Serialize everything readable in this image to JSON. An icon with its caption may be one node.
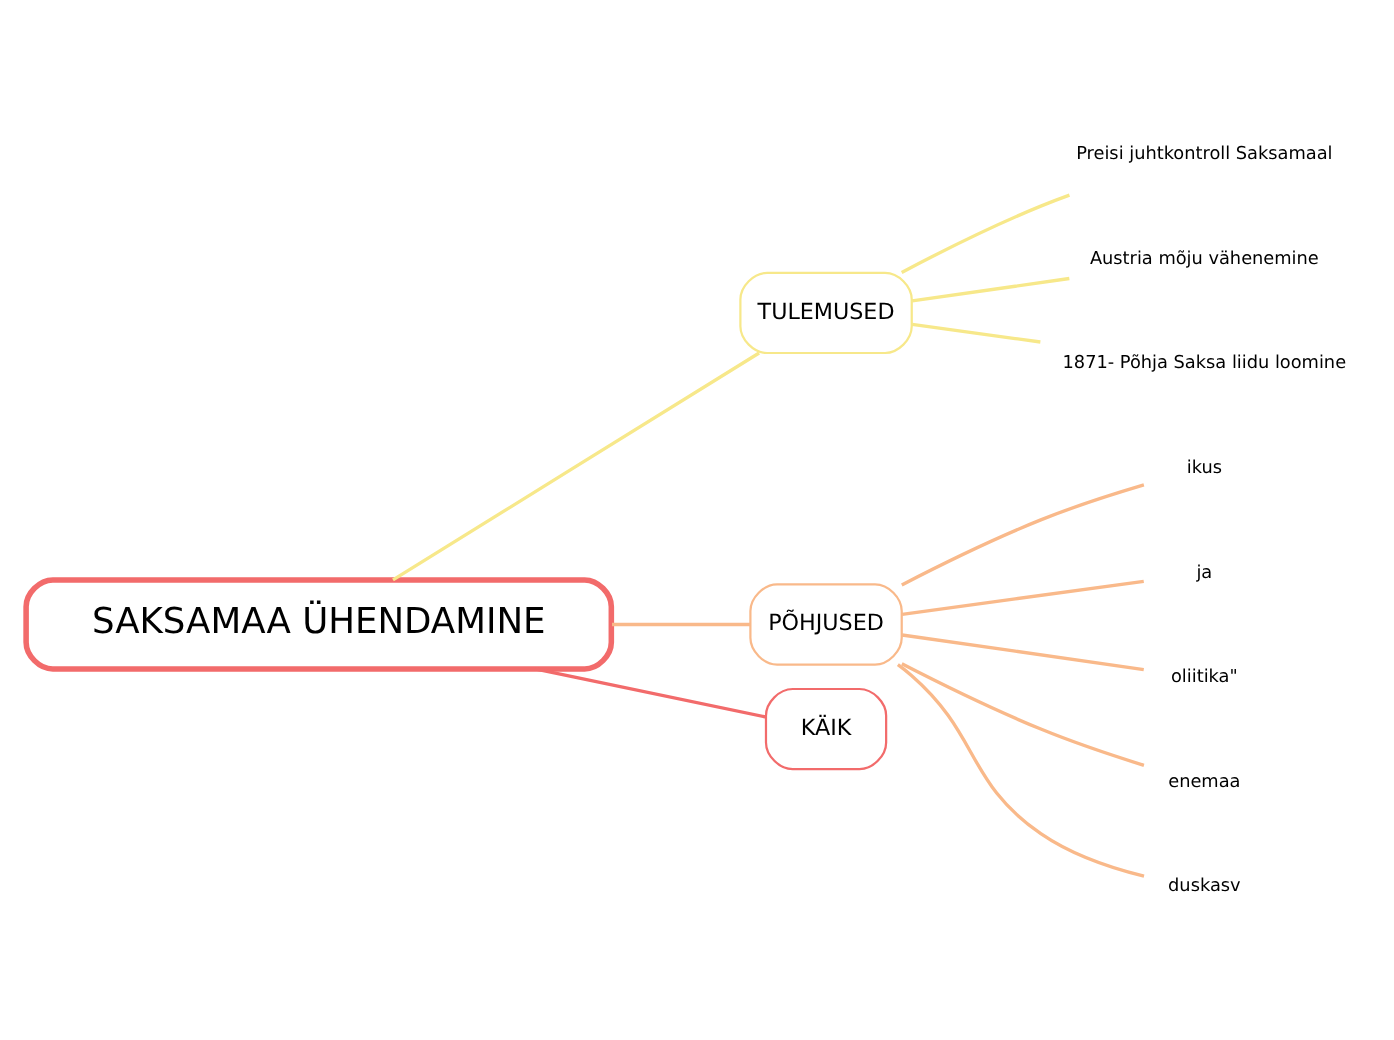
{
  "diagram": {
    "nodes": [
      {
        "text": [
          "SAKSAMAA ÜHENDAMINE"
        ]
      },
      {
        "text": [
          "TULEMUSED"
        ]
      },
      {
        "text": [
          "Preisi juhtkontroll Saksamaal"
        ]
      },
      {
        "text": [
          "Austria mõju vähenemine"
        ]
      },
      {
        "text": [
          "1871- Põhja Saksa liidu loomine"
        ]
      },
      {
        "text": [
          "PÕHJUSED"
        ]
      },
      {
        "text": [
          "ikus"
        ]
      },
      {
        "text": [
          "ja"
        ]
      },
      {
        "text": [
          "oliitika\""
        ]
      },
      {
        "text": [
          "enemaa"
        ]
      },
      {
        "text": [
          "duskasv"
        ]
      },
      {
        "text": [
          "KÄIK"
        ]
      }
    ],
    "edges": [
      {
        "from": 0,
        "to": 1,
        "arrow": "none",
        "color": "#f7e88a"
      },
      {
        "from": 1,
        "to": 2,
        "arrow": "none",
        "color": "#f7e88a"
      },
      {
        "from": 1,
        "to": 3,
        "arrow": "none",
        "color": "#f7e88a"
      },
      {
        "from": 1,
        "to": 4,
        "arrow": "none",
        "color": "#f7e88a"
      },
      {
        "from": 0,
        "to": 5,
        "arrow": "none"
      },
      {
        "from": 5,
        "to": 6,
        "arrow": "none"
      },
      {
        "from": 5,
        "to": 7,
        "arrow": "none"
      },
      {
        "from": 5,
        "to": 8,
        "arrow": "none"
      },
      {
        "from": 5,
        "to": 9,
        "arrow": "none"
      },
      {
        "from": 5,
        "to": 10,
        "arrow": "none"
      },
      {
        "from": 0,
        "to": 11,
        "arrow": "none",
        "color": "#f26b6b"
      }
    ]
  }
}
